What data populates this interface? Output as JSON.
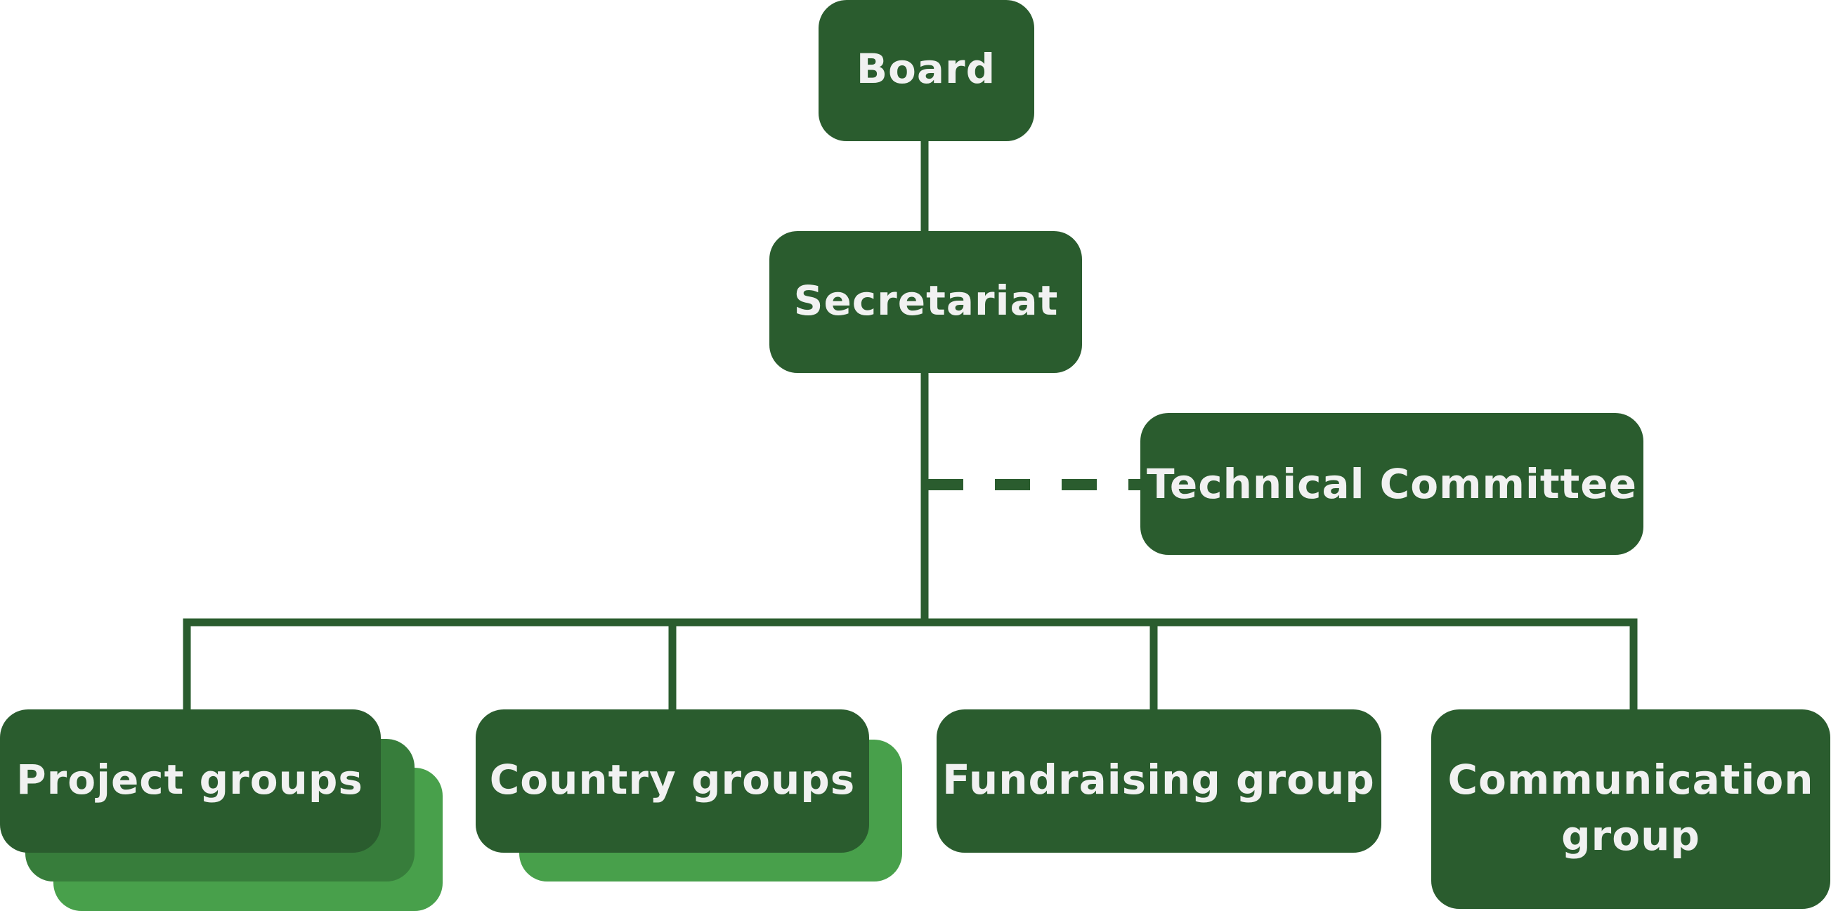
{
  "colors": {
    "primary": "#2a5c2e",
    "stack_mid": "#377d3b",
    "stack_light": "#48a04b",
    "connector": "#2a5c2e",
    "label_text": "#f1f1f1"
  },
  "nodes": {
    "board": {
      "label": "Board"
    },
    "secretariat": {
      "label": "Secretariat"
    },
    "technical_committee": {
      "label": "Technical Committee"
    },
    "project_groups": {
      "label": "Project groups"
    },
    "country_groups": {
      "label": "Country groups"
    },
    "fundraising_group": {
      "label": "Fundraising group"
    },
    "communication_group": {
      "label_lines": [
        "Communication",
        "group"
      ]
    }
  }
}
